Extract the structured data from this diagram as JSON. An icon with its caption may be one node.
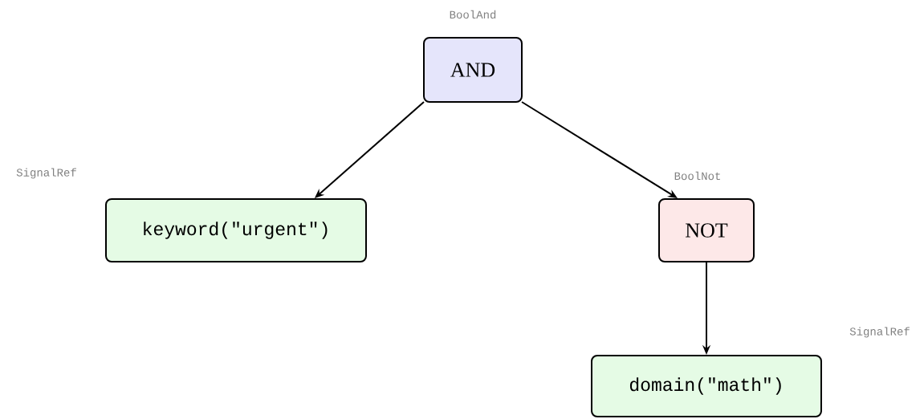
{
  "diagram": {
    "nodes": [
      {
        "text": [
          "AND"
        ],
        "beside": [
          "BoolAnd"
        ]
      },
      {
        "text": [
          "keyword(\"urgent\")"
        ],
        "beside": [
          "SignalRef"
        ]
      },
      {
        "text": [
          "NOT"
        ],
        "beside": [
          "BoolNot"
        ]
      },
      {
        "text": [
          "domain(\"math\")"
        ],
        "beside": [
          "SignalRef"
        ]
      }
    ],
    "edges": [
      {
        "from": 0,
        "to": 1,
        "arrow": "to"
      },
      {
        "from": 0,
        "to": 2,
        "arrow": "to"
      },
      {
        "from": 2,
        "to": 3,
        "arrow": "to"
      }
    ]
  }
}
